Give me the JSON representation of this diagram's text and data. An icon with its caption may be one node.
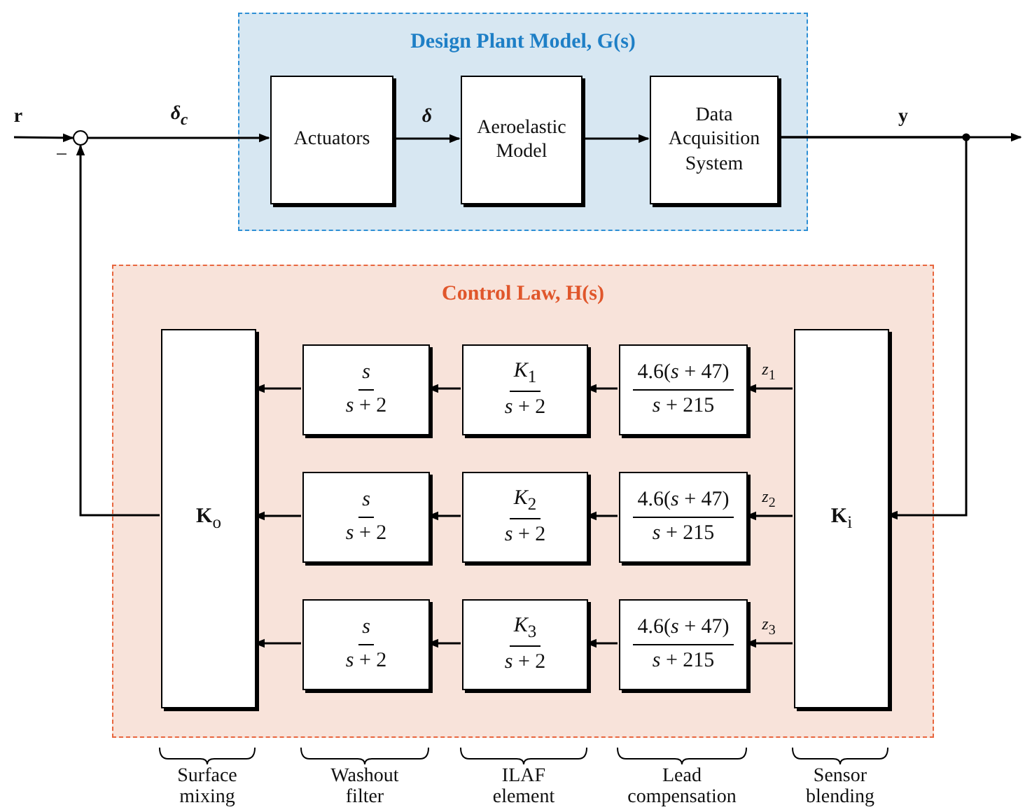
{
  "diagram": {
    "nodes": [
      {
        "text": [
          "Design Plant Model, G(s)"
        ]
      },
      {
        "text": [
          "Actuators"
        ],
        "in": 0
      },
      {
        "text": [
          "Aeroelastic Model"
        ],
        "in": 0
      },
      {
        "text": [
          "Data Acquisition System"
        ],
        "in": 0
      },
      {
        "text": [
          "Control Law, H(s)"
        ]
      },
      {
        "text": [
          "**K**$_{o}$"
        ],
        "in": 4
      },
      {
        "text": [
          "*s*",
          "*s* + 2"
        ],
        "in": 4
      },
      {
        "text": [
          "*s*",
          "*s* + 2"
        ],
        "in": 4
      },
      {
        "text": [
          "*s*",
          "*s* + 2"
        ],
        "in": 4
      },
      {
        "text": [
          "*K*$_{1}$",
          "*s* + 2"
        ],
        "in": 4
      },
      {
        "text": [
          "*K*$_{2}$",
          "*s* + 2"
        ],
        "in": 4
      },
      {
        "text": [
          "*K*$_{3}$",
          "*s* + 2"
        ],
        "in": 4
      },
      {
        "text": [
          "4.6(*s* + 47)",
          "*s* + 215"
        ],
        "in": 4
      },
      {
        "text": [
          "4.6(*s* + 47)",
          "*s* + 215"
        ],
        "in": 4
      },
      {
        "text": [
          "4.6(*s* + 47)",
          "*s* + 215"
        ],
        "in": 4
      },
      {
        "text": [
          "**K**$_{i}$"
        ],
        "in": 4
      },
      {
        "text": [],
        "shape": "circle"
      }
    ],
    "edges": [
      {
        "from": null,
        "to": 16,
        "arrow": "to",
        "label": "r"
      },
      {
        "from": 16,
        "to": 1,
        "arrow": "to",
        "label": "δ$_{c}$"
      },
      {
        "from": 1,
        "to": 2,
        "arrow": "to",
        "label": "δ"
      },
      {
        "from": 2,
        "to": 3,
        "arrow": "to"
      },
      {
        "from": 3,
        "to": null,
        "arrow": "to",
        "label": "y"
      },
      {
        "from": 3,
        "to": 15,
        "arrow": "to"
      },
      {
        "from": 5,
        "to": 16,
        "arrow": "to"
      },
      {
        "from": 15,
        "to": 12,
        "arrow": "to",
        "label": "*z*$_{1}$"
      },
      {
        "from": 15,
        "to": 13,
        "arrow": "to",
        "label": "*z*$_{2}$"
      },
      {
        "from": 15,
        "to": 14,
        "arrow": "to",
        "label": "*z*$_{3}$"
      },
      {
        "from": 12,
        "to": 9,
        "arrow": "to"
      },
      {
        "from": 13,
        "to": 10,
        "arrow": "to"
      },
      {
        "from": 14,
        "to": 11,
        "arrow": "to"
      },
      {
        "from": 9,
        "to": 6,
        "arrow": "to"
      },
      {
        "from": 10,
        "to": 7,
        "arrow": "to"
      },
      {
        "from": 11,
        "to": 8,
        "arrow": "to"
      },
      {
        "from": 6,
        "to": 5,
        "arrow": "to"
      },
      {
        "from": 7,
        "to": 5,
        "arrow": "to"
      },
      {
        "from": 8,
        "to": 5,
        "arrow": "to"
      }
    ],
    "labels": [
      "−",
      "Surface mixing",
      "Washout filter",
      "ILAF element",
      "Lead compensation",
      "Sensor blending"
    ]
  }
}
